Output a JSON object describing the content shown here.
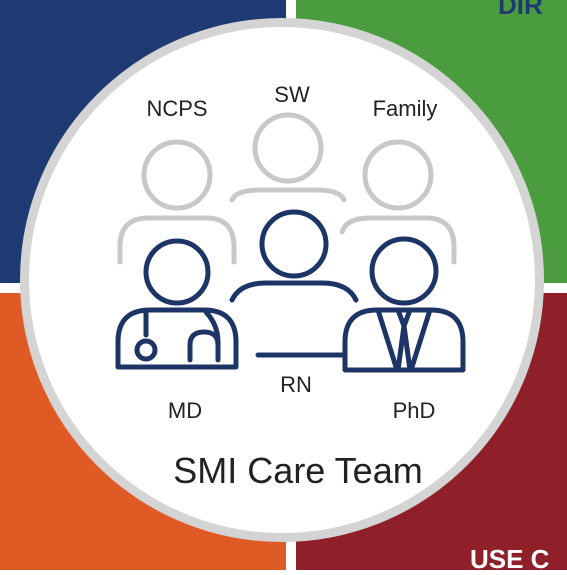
{
  "colors": {
    "top_left": "#1f3a73",
    "top_right": "#4b9c3f",
    "bottom_left": "#e05a26",
    "bottom_right": "#8f1f28",
    "circle_border": "#d4d4d4",
    "back_outline": "#c8c8c8",
    "front_outline": "#1c3466",
    "text": "#222222"
  },
  "corner_text": {
    "top_right": "DIR",
    "bottom_right": "USE C"
  },
  "roles": {
    "ncps": "NCPS",
    "sw": "SW",
    "family": "Family",
    "md": "MD",
    "rn": "RN",
    "phd": "PhD"
  },
  "title": "SMI Care Team"
}
